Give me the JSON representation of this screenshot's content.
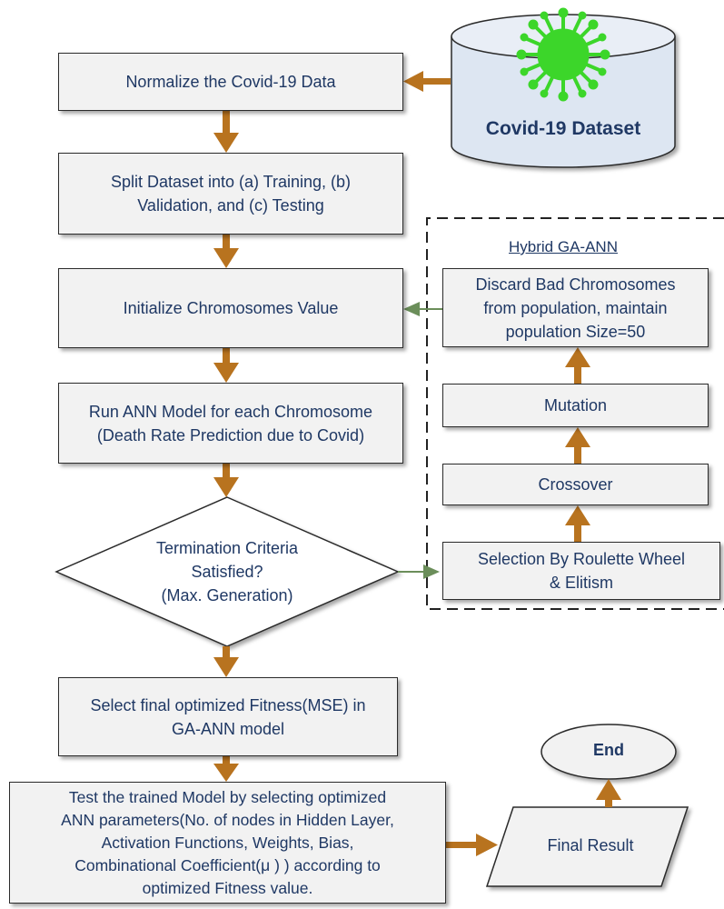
{
  "nodes": {
    "dataset": "Covid-19 Dataset",
    "normalize": "Normalize the Covid-19 Data",
    "split": "Split Dataset into (a) Training, (b)\nValidation, and (c) Testing",
    "init": "Initialize Chromosomes Value",
    "run_ann": "Run ANN Model for each Chromosome\n(Death Rate Prediction due to Covid)",
    "termination": "Termination Criteria\nSatisfied?\n(Max. Generation)",
    "select_final": "Select final optimized Fitness(MSE) in\nGA-ANN model",
    "test_model": "Test the trained Model by selecting optimized\nANN parameters(No. of nodes in Hidden Layer,\nActivation Functions, Weights, Bias,\nCombinational Coefficient(μ ) ) according to\noptimized Fitness value.",
    "final_result": "Final Result",
    "end": "End"
  },
  "hybrid": {
    "title": "Hybrid GA-ANN",
    "discard": "Discard Bad Chromosomes\nfrom population, maintain\npopulation Size=50",
    "mutation": "Mutation",
    "crossover": "Crossover",
    "selection": "Selection By Roulette Wheel\n& Elitism"
  },
  "colors": {
    "arrow": "#b8731f",
    "connector": "#6b8e5a",
    "virus": "#3cd62a",
    "cylinder": "#dde6f2",
    "text": "#1f3864"
  }
}
